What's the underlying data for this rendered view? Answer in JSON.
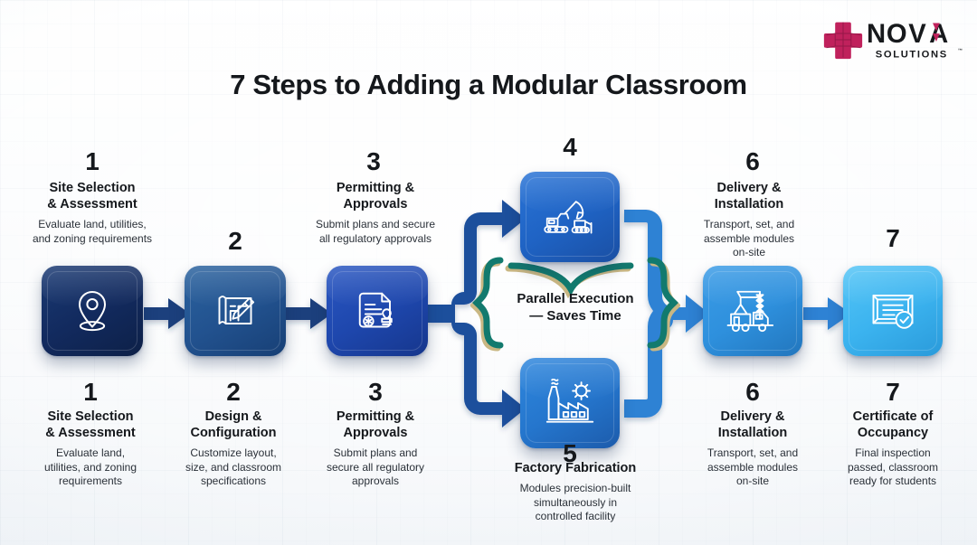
{
  "brand": {
    "name": "NOVA",
    "tagline": "SOLUTIONS",
    "trademark": "™",
    "mark_color": "#c0215c",
    "word_color": "#17191c"
  },
  "header": {
    "title": "7 Steps to Adding a Modular Classroom"
  },
  "colors": {
    "step1_box": "#122a5e",
    "step2_box": "#22528f",
    "step3_box": "#1e47ad",
    "step4_box": "#1f63c4",
    "step5_box": "#2576cd",
    "step6_box": "#2e90dd",
    "step7_box": "#3bb3ef",
    "arrow_dark": "#1b3f7d",
    "arrow_mid": "#1b4f9c",
    "arrow_light": "#2d82d4",
    "brace_teal": "#127a6e",
    "brace_gold": "#c9b783",
    "text": "#15181c"
  },
  "parallel": {
    "line1": "Parallel Execution",
    "line2": "— Saves Time"
  },
  "steps": [
    {
      "number": "1",
      "icon": "location-pin-icon",
      "top": {
        "title": "Site Selection\n& Assessment",
        "desc": "Evaluate land, utilities,\nand zoning requirements"
      },
      "bottom": {
        "title": "Site Selection\n& Assessment",
        "desc": "Evaluate land,\nutilities, and zoning\nrequirements"
      }
    },
    {
      "number": "2",
      "icon": "blueprint-pencil-icon",
      "top": {
        "title": "",
        "desc": ""
      },
      "bottom": {
        "title": "Design &\nConfiguration",
        "desc": "Customize layout,\nsize, and classroom\nspecifications"
      }
    },
    {
      "number": "3",
      "icon": "document-stamp-icon",
      "top": {
        "title": "Permitting &\nApprovals",
        "desc": "Submit plans and secure\nall regulatory approvals"
      },
      "bottom": {
        "title": "Permitting &\nApprovals",
        "desc": "Submit plans and\nsecure all regulatory\napprovals"
      }
    },
    {
      "number": "4",
      "icon": "excavator-bulldozer-icon",
      "top": {
        "title": "",
        "desc": ""
      },
      "bottom": {
        "title": "",
        "desc": ""
      }
    },
    {
      "number": "5",
      "icon": "factory-gear-icon",
      "top": {
        "title": "",
        "desc": ""
      },
      "bottom": {
        "title": "Factory Fabrication",
        "desc": "Modules precision-built\nsimultaneously in\ncontrolled facility"
      }
    },
    {
      "number": "6",
      "icon": "crane-truck-icon",
      "top": {
        "title": "Delivery &\nInstallation",
        "desc": "Transport, set, and\nassemble modules\non-site"
      },
      "bottom": {
        "title": "Delivery &\nInstallation",
        "desc": "Transport, set, and\nassemble modules\non-site"
      }
    },
    {
      "number": "7",
      "icon": "certificate-check-icon",
      "top": {
        "title": "",
        "desc": ""
      },
      "bottom": {
        "title": "Certificate of\nOccupancy",
        "desc": "Final inspection\npassed, classroom\nready for students"
      }
    }
  ]
}
